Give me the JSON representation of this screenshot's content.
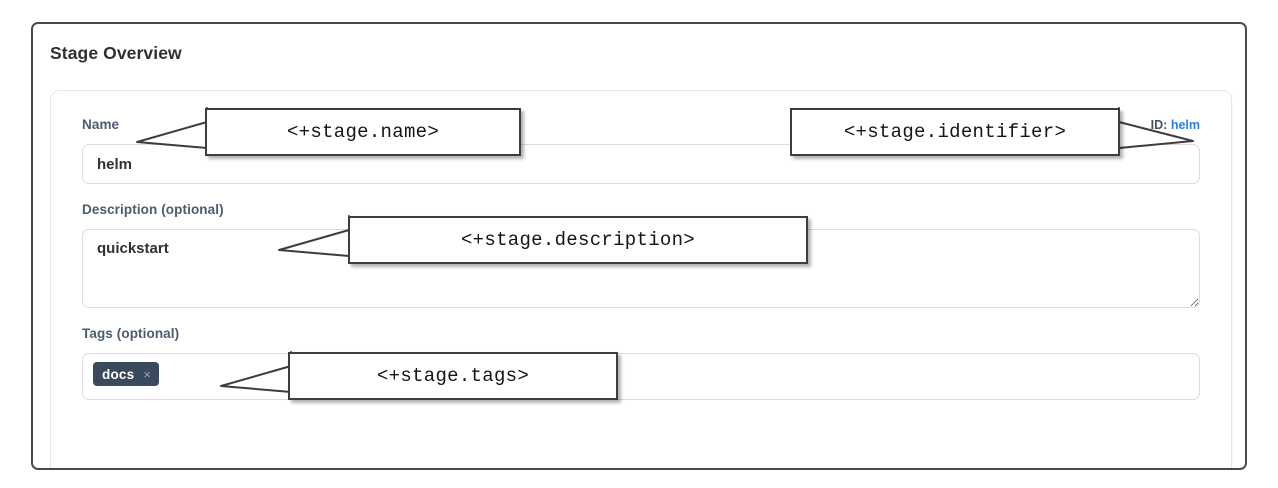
{
  "panel": {
    "title": "Stage Overview"
  },
  "fields": {
    "name": {
      "label": "Name",
      "value": "helm",
      "placeholder": ""
    },
    "identifier": {
      "prefix": "ID:",
      "value": "helm"
    },
    "description": {
      "label": "Description (optional)",
      "value": "quickstart",
      "placeholder": ""
    },
    "tags": {
      "label": "Tags (optional)",
      "chips": [
        {
          "label": "docs",
          "remove_glyph": "×"
        }
      ]
    }
  },
  "annotations": [
    {
      "id": "name",
      "text": "<+stage.name>"
    },
    {
      "id": "identifier",
      "text": "<+stage.identifier>"
    },
    {
      "id": "description",
      "text": "<+stage.description>"
    },
    {
      "id": "tags",
      "text": "<+stage.tags>"
    }
  ],
  "colors": {
    "frame_border": "#4a4a4a",
    "label_text": "#4b5b70",
    "link_blue": "#2f7fe0",
    "chip_background": "#3a4a5c",
    "chip_text": "#ffffff",
    "input_border": "#dcdcde",
    "callout_border": "#3d3d3d"
  }
}
